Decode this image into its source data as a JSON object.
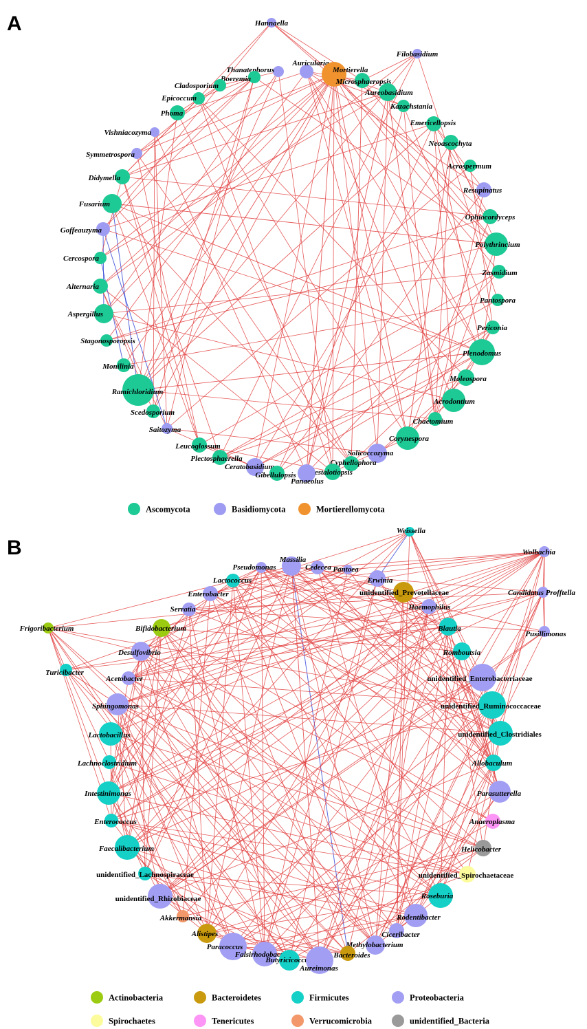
{
  "panels": [
    {
      "letter": "A",
      "legend": [
        {
          "label": "Ascomycota",
          "color": "#1dc995"
        },
        {
          "label": "Basidiomycota",
          "color": "#9d9cf2"
        },
        {
          "label": "Mortierellomycota",
          "color": "#f0922e"
        }
      ],
      "nodes": [
        {
          "name": "Hannaella",
          "phylum": "Basidiomycota"
        },
        {
          "name": "Filobasidium",
          "phylum": "Basidiomycota"
        },
        {
          "name": "Auricularia",
          "phylum": "Basidiomycota"
        },
        {
          "name": "Thanatephorus",
          "phylum": "Basidiomycota"
        },
        {
          "name": "Mortierella",
          "phylum": "Mortierellomycota"
        },
        {
          "name": "Boeremia",
          "phylum": "Ascomycota"
        },
        {
          "name": "Microsphaeropsis",
          "phylum": "Ascomycota"
        },
        {
          "name": "Cladosporium",
          "phylum": "Ascomycota"
        },
        {
          "name": "Aureobasidium",
          "phylum": "Ascomycota"
        },
        {
          "name": "Epicoccum",
          "phylum": "Ascomycota"
        },
        {
          "name": "Kazachstania",
          "phylum": "Ascomycota"
        },
        {
          "name": "Phoma",
          "phylum": "Ascomycota"
        },
        {
          "name": "Emericellopsis",
          "phylum": "Ascomycota"
        },
        {
          "name": "Vishniacozyma",
          "phylum": "Basidiomycota"
        },
        {
          "name": "Neoascochyta",
          "phylum": "Ascomycota"
        },
        {
          "name": "Symmetrospora",
          "phylum": "Basidiomycota"
        },
        {
          "name": "Acrospermum",
          "phylum": "Ascomycota"
        },
        {
          "name": "Didymella",
          "phylum": "Ascomycota"
        },
        {
          "name": "Resupinatus",
          "phylum": "Basidiomycota"
        },
        {
          "name": "Fusarium",
          "phylum": "Ascomycota"
        },
        {
          "name": "Ophiocordyceps",
          "phylum": "Ascomycota"
        },
        {
          "name": "Goffeauzyma",
          "phylum": "Basidiomycota"
        },
        {
          "name": "Polythrincium",
          "phylum": "Ascomycota"
        },
        {
          "name": "Cercospora",
          "phylum": "Ascomycota"
        },
        {
          "name": "Zasmidium",
          "phylum": "Ascomycota"
        },
        {
          "name": "Alternaria",
          "phylum": "Ascomycota"
        },
        {
          "name": "Pantospora",
          "phylum": "Ascomycota"
        },
        {
          "name": "Aspergillus",
          "phylum": "Ascomycota"
        },
        {
          "name": "Periconia",
          "phylum": "Ascomycota"
        },
        {
          "name": "Stagonosporopsis",
          "phylum": "Ascomycota"
        },
        {
          "name": "Plenodomus",
          "phylum": "Ascomycota"
        },
        {
          "name": "Monilinia",
          "phylum": "Ascomycota"
        },
        {
          "name": "Moleospora",
          "phylum": "Ascomycota"
        },
        {
          "name": "Ramichloridium",
          "phylum": "Ascomycota"
        },
        {
          "name": "Acrodontium",
          "phylum": "Ascomycota"
        },
        {
          "name": "Scedosporium",
          "phylum": "Ascomycota"
        },
        {
          "name": "Chaetomium",
          "phylum": "Ascomycota"
        },
        {
          "name": "Saitozyma",
          "phylum": "Basidiomycota"
        },
        {
          "name": "Corynespora",
          "phylum": "Ascomycota"
        },
        {
          "name": "Leucoglossum",
          "phylum": "Ascomycota"
        },
        {
          "name": "Solicoccozyma",
          "phylum": "Basidiomycota"
        },
        {
          "name": "Plectosphaerella",
          "phylum": "Ascomycota"
        },
        {
          "name": "Cyphellophora",
          "phylum": "Ascomycota"
        },
        {
          "name": "Ceratobasidium",
          "phylum": "Basidiomycota"
        },
        {
          "name": "Pestalotiopsis",
          "phylum": "Ascomycota"
        },
        {
          "name": "Gibellulopsis",
          "phylum": "Ascomycota"
        },
        {
          "name": "Panaeolus",
          "phylum": "Basidiomycota"
        }
      ]
    },
    {
      "letter": "B",
      "legend": [
        {
          "label": "Actinobacteria",
          "color": "#9ccc12"
        },
        {
          "label": "Bacteroidetes",
          "color": "#c99a0e"
        },
        {
          "label": "Firmicutes",
          "color": "#14d0c6"
        },
        {
          "label": "Proteobacteria",
          "color": "#a29ef3"
        },
        {
          "label": "Spirochaetes",
          "color": "#fdfc9c"
        },
        {
          "label": "Tenericutes",
          "color": "#fc95f6"
        },
        {
          "label": "Verrucomicrobia",
          "color": "#f2986a"
        },
        {
          "label": "unidentified_Bacteria",
          "color": "#9a9a9a"
        }
      ],
      "nodes": [
        {
          "name": "Weissella",
          "phylum": "Firmicutes"
        },
        {
          "name": "Wolbachia",
          "phylum": "Proteobacteria"
        },
        {
          "name": "Massilia",
          "phylum": "Proteobacteria"
        },
        {
          "name": "Pseudomonas",
          "phylum": "Proteobacteria"
        },
        {
          "name": "Cedecea",
          "phylum": "Proteobacteria"
        },
        {
          "name": "Pantoea",
          "phylum": "Proteobacteria"
        },
        {
          "name": "Erwinia",
          "phylum": "Proteobacteria"
        },
        {
          "name": "Lactococcus",
          "phylum": "Firmicutes"
        },
        {
          "name": "unidentified_Prevotellaceae",
          "phylum": "Bacteroidetes"
        },
        {
          "name": "Candidatus Profftella",
          "phylum": "Proteobacteria"
        },
        {
          "name": "Enterobacter",
          "phylum": "Proteobacteria"
        },
        {
          "name": "Haemophilus",
          "phylum": "Proteobacteria"
        },
        {
          "name": "Serratia",
          "phylum": "Proteobacteria"
        },
        {
          "name": "Frigoribacterium",
          "phylum": "Actinobacteria"
        },
        {
          "name": "Bifidobacterium",
          "phylum": "Actinobacteria"
        },
        {
          "name": "Blautia",
          "phylum": "Firmicutes"
        },
        {
          "name": "Pusillimonas",
          "phylum": "Proteobacteria"
        },
        {
          "name": "Desulfovibrio",
          "phylum": "Proteobacteria"
        },
        {
          "name": "Romboutsia",
          "phylum": "Firmicutes"
        },
        {
          "name": "Turicibacter",
          "phylum": "Firmicutes"
        },
        {
          "name": "Acetobacter",
          "phylum": "Proteobacteria"
        },
        {
          "name": "unidentified_Enterobacteriaceae",
          "phylum": "Proteobacteria"
        },
        {
          "name": "Sphingomonas",
          "phylum": "Proteobacteria"
        },
        {
          "name": "unidentified_Ruminococcaceae",
          "phylum": "Firmicutes"
        },
        {
          "name": "Lactobacillus",
          "phylum": "Firmicutes"
        },
        {
          "name": "unidentified_Clostridiales",
          "phylum": "Firmicutes"
        },
        {
          "name": "Lachnoclostridium",
          "phylum": "Firmicutes"
        },
        {
          "name": "Allobaculum",
          "phylum": "Firmicutes"
        },
        {
          "name": "Intestinimonas",
          "phylum": "Firmicutes"
        },
        {
          "name": "Parasutterella",
          "phylum": "Proteobacteria"
        },
        {
          "name": "Enterococcus",
          "phylum": "Firmicutes"
        },
        {
          "name": "Anaeroplasma",
          "phylum": "Tenericutes"
        },
        {
          "name": "Faecalibacterium",
          "phylum": "Firmicutes"
        },
        {
          "name": "Helicobacter",
          "phylum": "unidentified_Bacteria"
        },
        {
          "name": "unidentified_Lachnospiraceae",
          "phylum": "Firmicutes"
        },
        {
          "name": "unidentified_Spirochaetaceae",
          "phylum": "Spirochaetes"
        },
        {
          "name": "unidentified_Rhizobiaceae",
          "phylum": "Proteobacteria"
        },
        {
          "name": "Roseburia",
          "phylum": "Firmicutes"
        },
        {
          "name": "Akkermansia",
          "phylum": "Verrucomicrobia"
        },
        {
          "name": "Rodentibacter",
          "phylum": "Proteobacteria"
        },
        {
          "name": "Alistipes",
          "phylum": "Bacteroidetes"
        },
        {
          "name": "Ciceribacter",
          "phylum": "Proteobacteria"
        },
        {
          "name": "Paracoccus",
          "phylum": "Proteobacteria"
        },
        {
          "name": "Methylobacterium",
          "phylum": "Proteobacteria"
        },
        {
          "name": "Falsirhodobacter",
          "phylum": "Proteobacteria"
        },
        {
          "name": "Bacteroides",
          "phylum": "Bacteroidetes"
        },
        {
          "name": "Butyricicoccus",
          "phylum": "Firmicutes"
        },
        {
          "name": "Aureimonas",
          "phylum": "Proteobacteria"
        }
      ]
    }
  ]
}
